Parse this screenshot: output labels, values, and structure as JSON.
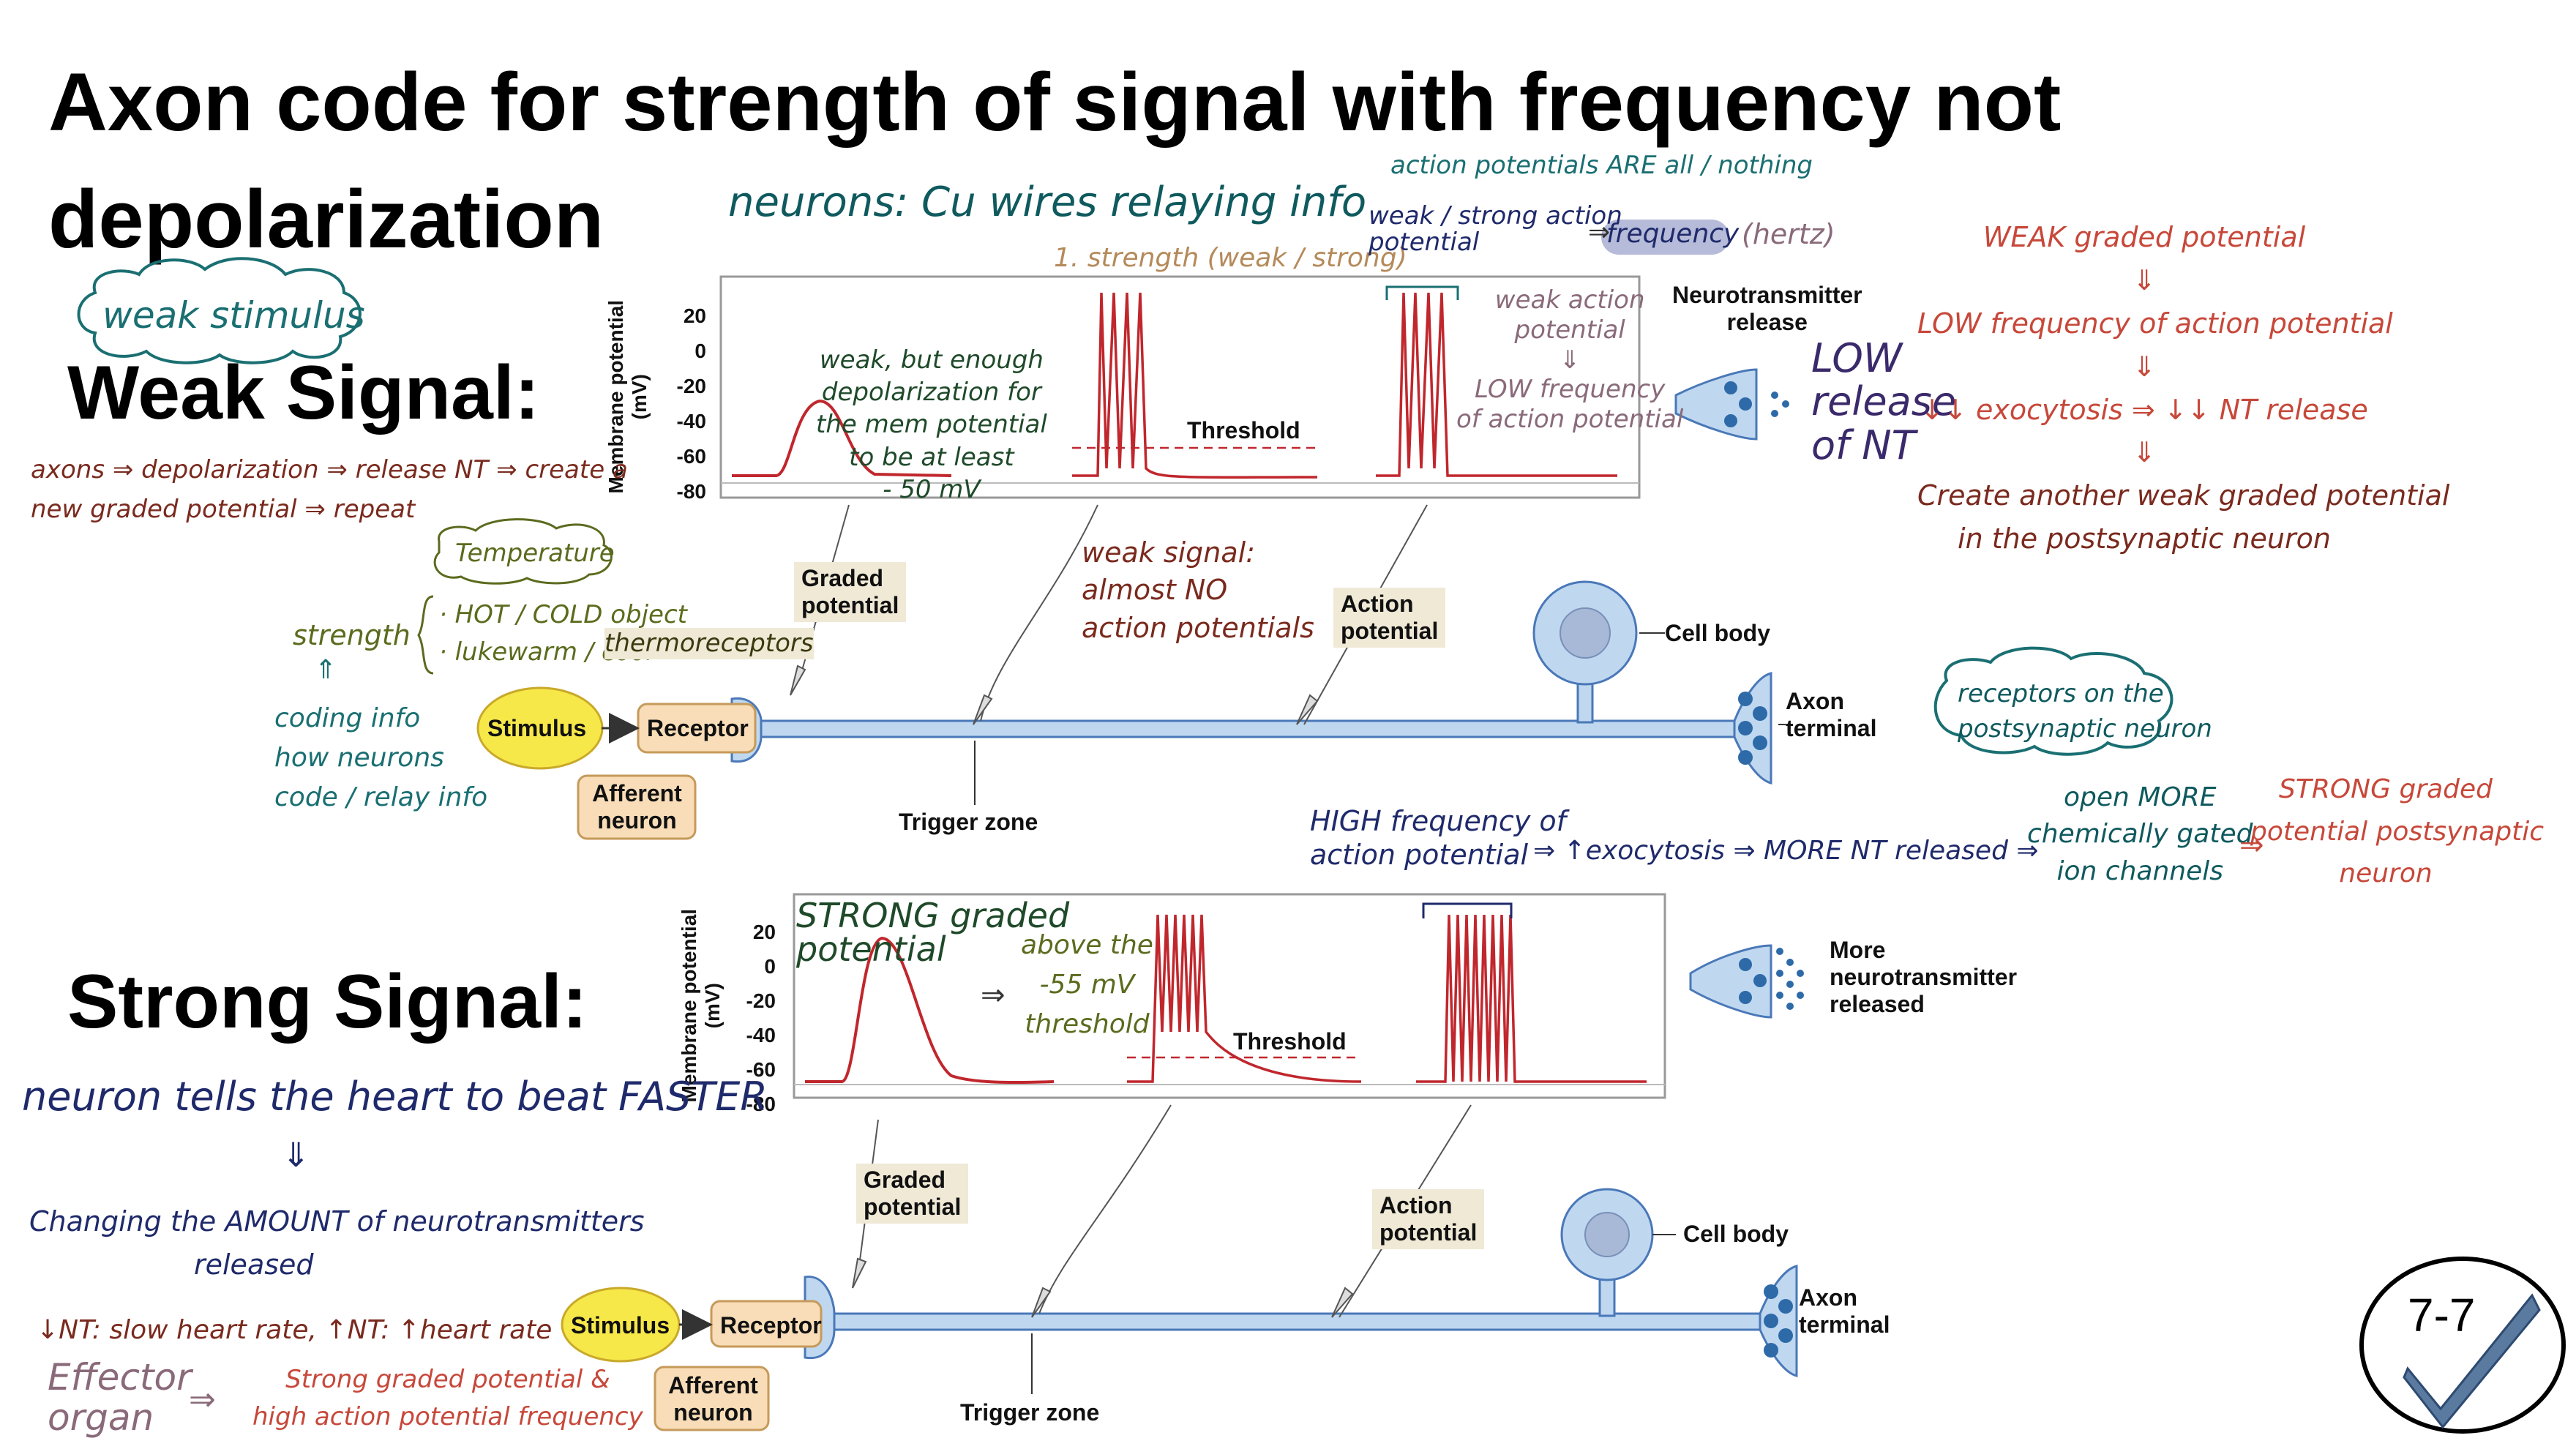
{
  "title": "Axon code for strength of signal with frequency not depolarization",
  "sections": {
    "weak_label": "Weak Signal:",
    "strong_label": "Strong Signal:"
  },
  "diagram": {
    "stimulus": "Stimulus",
    "receptor": "Receptor",
    "afferent": [
      "Afferent",
      "neuron"
    ],
    "graded": [
      "Graded",
      "potential"
    ],
    "action": [
      "Action",
      "potential"
    ],
    "trigger": "Trigger zone",
    "cell_body": "Cell body",
    "axon_terminal": [
      "Axon",
      "terminal"
    ],
    "nt_release": [
      "Neurotransmitter",
      "release"
    ],
    "more_nt": [
      "More",
      "neurotransmitter",
      "released"
    ],
    "ylabel": [
      "Membrane potential",
      "(mV)"
    ],
    "yticks": [
      "20",
      "0",
      "-20",
      "-40",
      "-60",
      "-80"
    ],
    "threshold": "Threshold"
  },
  "notes": {
    "weak_stimulus": "weak stimulus",
    "neurons_cu": "neurons: Cu wires relaying info",
    "strength_ws": "1. strength (weak / strong)",
    "ap_all": "action potentials ARE all / nothing",
    "weak_strong_ap": [
      "weak / strong action",
      "potential"
    ],
    "frequency": "frequency",
    "hertz": "(hertz)",
    "weak_depol": [
      "weak, but enough",
      "depolarization for",
      "the mem potential",
      "to be at least",
      "- 50 mV"
    ],
    "weak_ap_low": [
      "weak action",
      "potential",
      "⇓",
      "LOW frequency",
      "of action potential"
    ],
    "low_release": [
      "LOW",
      "release",
      "of NT"
    ],
    "weak_graded_chain": [
      "WEAK graded potential",
      "⇓",
      "LOW frequency of action potential",
      "⇓",
      "↓↓ exocytosis ⇒ ↓↓ NT release",
      "⇓",
      "Create another weak graded potential",
      "in the postsynaptic neuron"
    ],
    "axons_repeat": [
      "axons ⇒ depolarization ⇒ release NT ⇒ create a",
      "new graded potential ⇒ repeat"
    ],
    "temperature": "Temperature",
    "hot_cold": [
      "· HOT / COLD object",
      "· lukewarm / cool"
    ],
    "thermoreceptors": "thermoreceptors",
    "strength": "strength",
    "coding": [
      "coding info",
      "how neurons",
      "code / relay info"
    ],
    "weak_signal_no_ap": [
      "weak signal:",
      "almost NO",
      "action potentials"
    ],
    "receptors_post": [
      "receptors on the",
      "postsynaptic neuron"
    ],
    "open_more": [
      "open MORE",
      "chemically gated",
      "ion channels"
    ],
    "strong_graded_post": [
      "STRONG graded",
      "potential postsynaptic",
      "neuron"
    ],
    "high_freq": [
      "HIGH frequency of",
      "action potential"
    ],
    "exocytosis_more": "⇒ ↑exocytosis ⇒ MORE NT released ⇒",
    "strong_graded": [
      "STRONG graded",
      "potential"
    ],
    "above_55": [
      "above the",
      "-55 mV",
      "threshold"
    ],
    "heart_faster": "neuron tells the heart to beat FASTER",
    "changing_amount": [
      "Changing the AMOUNT of neurotransmitters",
      "released"
    ],
    "nt_heart": "↓NT: slow heart rate, ↑NT: ↑heart rate",
    "effector": [
      "Effector",
      "organ"
    ],
    "strong_high": [
      "Strong graded potential &",
      "high action potential frequency"
    ]
  },
  "badge": "7-7",
  "colors": {
    "neuron_fill": "#bfd8f0",
    "neuron_stroke": "#4a78b8",
    "stimulus_fill": "#f7e84a",
    "receptor_fill": "#f8ddb8",
    "trace": "#c0272d"
  }
}
